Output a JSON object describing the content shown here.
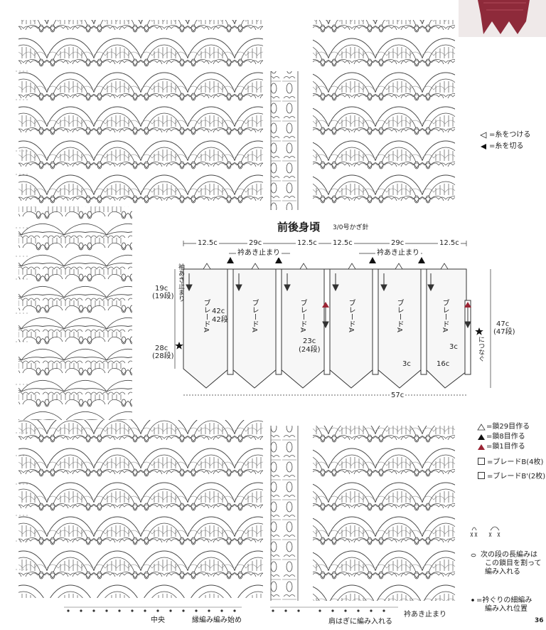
{
  "title": "前後身頃",
  "needle": "3/0号かぎ針",
  "page_number": "36",
  "top_legend": {
    "attach": "=糸をつける",
    "cut": "=糸を切る"
  },
  "widths_top": [
    "12.5c",
    "29c",
    "12.5c",
    "12.5c",
    "29c",
    "12.5c"
  ],
  "collar_label_left": "衿あき止まり",
  "collar_label_right": "衿あき止まり",
  "sleeve_label": "袖あき止まり",
  "left_dims": {
    "upper_cm": "19c",
    "upper_rows": "(19段)",
    "lower_cm": "28c",
    "lower_rows": "(28段)"
  },
  "braid_label": "ブレードA",
  "inner_dim_1_cm": "42c",
  "inner_dim_1_rows": "42段",
  "inner_dim_2_cm": "23c",
  "inner_dim_2_rows": "(24段)",
  "right_dim_cm": "47c",
  "right_dim_rows": "(47段)",
  "join_label": "につなぐ",
  "small_dims": {
    "a": "3c",
    "b": "3c",
    "c": "16c"
  },
  "bottom_width": "57c",
  "mid_legend": {
    "open_triangle": "=鎖29目作る",
    "black_triangle": "=鎖8目作る",
    "red_triangle": "=鎖1目作る",
    "braid_b": "=ブレードB(4枚)",
    "braid_b_prime": "=ブレードB'(2枚)"
  },
  "stitch_note_1": "次の段の長編みは",
  "stitch_note_2": "この鎖目を割って",
  "stitch_note_3": "編み入れる",
  "neck_note_1": "=衿ぐりの細編み",
  "neck_note_2": "編み入れ位置",
  "bottom_labels": {
    "center": "中央",
    "edge_start": "縁編み編み始め",
    "shoulder": "肩はぎに編み入れる",
    "collar": "衿あき止まり"
  },
  "colors": {
    "line": "#333333",
    "accent_red": "#9b2434",
    "photo_red": "#8e2a3a"
  },
  "icons": [
    "open-triangle-icon",
    "black-triangle-icon",
    "red-triangle-icon",
    "star-icon",
    "scissors-icon"
  ]
}
